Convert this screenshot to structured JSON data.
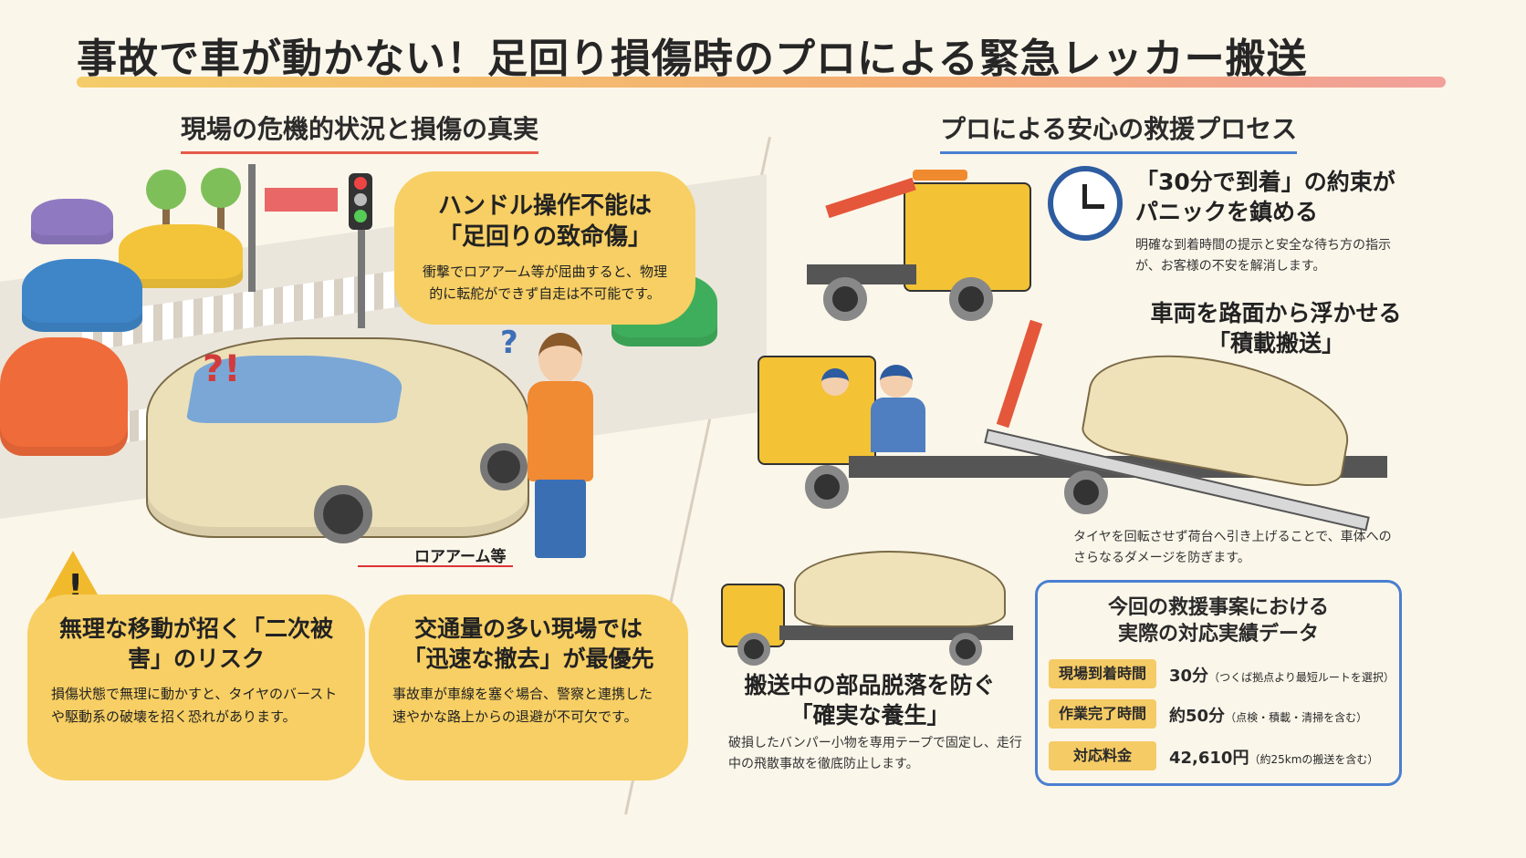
{
  "title": "事故で車が動かない！足回り損傷時のプロによる緊急レッカー搬送",
  "left": {
    "heading": "現場の危機的状況と損傷の真実",
    "bubble1": {
      "heading": "ハンドル操作不能は「足回りの致命傷」",
      "body": "衝撃でロアアーム等が屈曲すると、物理的に転舵ができず自走は不可能です。"
    },
    "bubble2": {
      "heading": "無理な移動が招く「二次被害」のリスク",
      "body": "損傷状態で無理に動かすと、タイヤのバーストや駆動系の破壊を招く恐れがあります。"
    },
    "bubble3": {
      "heading": "交通量の多い現場では「迅速な撤去」が最優先",
      "body": "事故車が車線を塞ぐ場合、警察と連携した速やかな路上からの退避が不可欠です。"
    },
    "callout": "ロアアーム等",
    "alarm_marks": "?!",
    "question_mark": "?",
    "warning_icon": "warning-triangle"
  },
  "right": {
    "heading": "プロによる安心の救援プロセス",
    "step1": {
      "heading": "「30分で到着」の約束がパニックを鎮める",
      "body": "明確な到着時間の提示と安全な待ち方の指示が、お客様の不安を解消します。"
    },
    "step2": {
      "heading": "車両を路面から浮かせる「積載搬送」",
      "body": "タイヤを回転させず荷台へ引き上げることで、車体へのさらなるダメージを防ぎます。"
    },
    "step3": {
      "heading": "搬送中の部品脱落を防ぐ「確実な養生」",
      "body": "破損したバンパー小物を専用テープで固定し、走行中の飛散事故を徹底防止します。"
    },
    "data": {
      "title": "今回の救援事案における実際の対応実績データ",
      "rows": [
        {
          "label": "現場到着時間",
          "value": "30分",
          "note": "（つくば拠点より最短ルートを選択）"
        },
        {
          "label": "作業完了時間",
          "value": "約50分",
          "note": "（点検・積載・清掃を含む）"
        },
        {
          "label": "対応料金",
          "value": "42,610円",
          "note": "（約25kmの搬送を含む）"
        }
      ]
    }
  },
  "colors": {
    "accent_yellow": "#f7cf64",
    "accent_blue": "#4a7fd0",
    "accent_red": "#e65a4a"
  }
}
